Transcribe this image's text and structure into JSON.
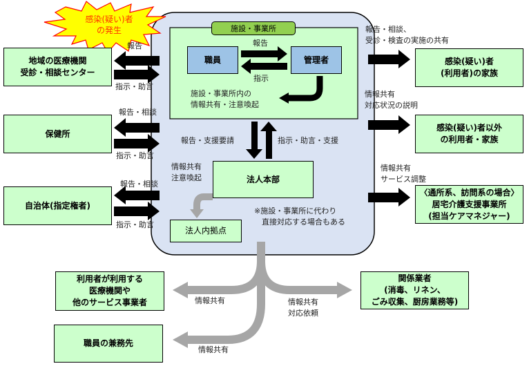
{
  "colors": {
    "entity_fill": "#ccffcc",
    "staff_fill": "#9dc3e6",
    "facility_container": "#dae3f3",
    "facility_tag": "#92d050",
    "arrow_black": "#000000",
    "arrow_gray": "#a6a6a6",
    "burst_fill": "#ffff00",
    "burst_stroke": "#ff0000",
    "burst_text": "#ff3300"
  },
  "burst": {
    "text": "感染(疑い)者\nの発生"
  },
  "facility": {
    "tag": "施設・事業所",
    "staff": "職員",
    "manager": "管理者",
    "report_label": "報告",
    "instruct_label": "指示",
    "internal_note": "施設・事業所内の\n情報共有・注意喚起"
  },
  "hq": {
    "name": "法人本部",
    "up_label": "報告・支援要請",
    "down_label": "指示・助言・支援",
    "share_label": "情報共有\n注意喚起",
    "branch": "法人内拠点",
    "note": "※施設・事業所に代わり\n　直接対応する場合もある"
  },
  "left": [
    {
      "name": "地域の医療機関\n受診・相談センター",
      "out_label": "報告",
      "in_label": "指示・助言"
    },
    {
      "name": "保健所",
      "out_label": "報告・相談",
      "in_label": "指示・助言"
    },
    {
      "name": "自治体(指定権者)",
      "out_label": "報告・相談",
      "in_label": "指示・助言"
    }
  ],
  "right": [
    {
      "name": "感染(疑い)者\n(利用者)の家族",
      "label": "報告・相談、\n受診・検査の実施の共有"
    },
    {
      "name": "感染(疑い)者以外\nの利用者・家族",
      "label": "情報共有\n対応状況の説明"
    },
    {
      "name": "〈通所系、訪問系の場合〉\n居宅介護支援事業所\n(担当ケアマネジャー)",
      "label": "情報共有\nサービス調整"
    }
  ],
  "bottom": {
    "medical": {
      "name": "利用者が利用する\n医療機関や\n他のサービス事業者",
      "label": "情報共有"
    },
    "vendors": {
      "name": "関係業者\n(消毒、リネン、\nごみ収集、厨房業務等)",
      "label": "情報共有\n対応依頼"
    },
    "staff_other": {
      "name": "職員の兼務先",
      "label": "情報共有"
    }
  }
}
